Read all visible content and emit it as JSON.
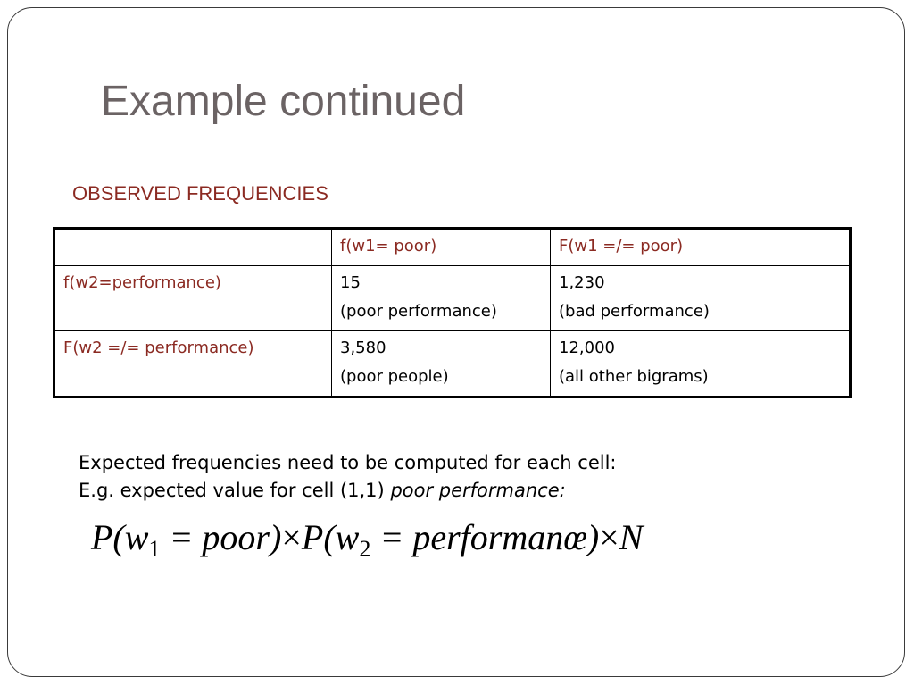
{
  "slide": {
    "title": "Example continued",
    "subtitle": "OBSERVED FREQUENCIES"
  },
  "table": {
    "header": [
      "",
      "f(w1= poor)",
      "F(w1 =/= poor)"
    ],
    "rows": [
      {
        "label": "f(w2=performance)",
        "cells": [
          {
            "value": "15",
            "note": "(poor performance)"
          },
          {
            "value": "1,230",
            "note": "(bad performance)"
          }
        ]
      },
      {
        "label": "F(w2 =/= performance)",
        "cells": [
          {
            "value": "3,580",
            "note": "(poor people)"
          },
          {
            "value": "12,000",
            "note": "(all other bigrams)"
          }
        ]
      }
    ]
  },
  "body": {
    "line1": "Expected frequencies need to be computed for each cell:",
    "line2_prefix": "E.g. expected value for cell (1,1)",
    "line2_emph": "poor performance:"
  },
  "formula": {
    "part1": "P(w",
    "sub1": "1",
    "part2": " = poor)",
    "times1": "×",
    "part3": "P(w",
    "sub2": "2",
    "part4": " = performanœ)",
    "times2": "×",
    "part5": "N"
  }
}
